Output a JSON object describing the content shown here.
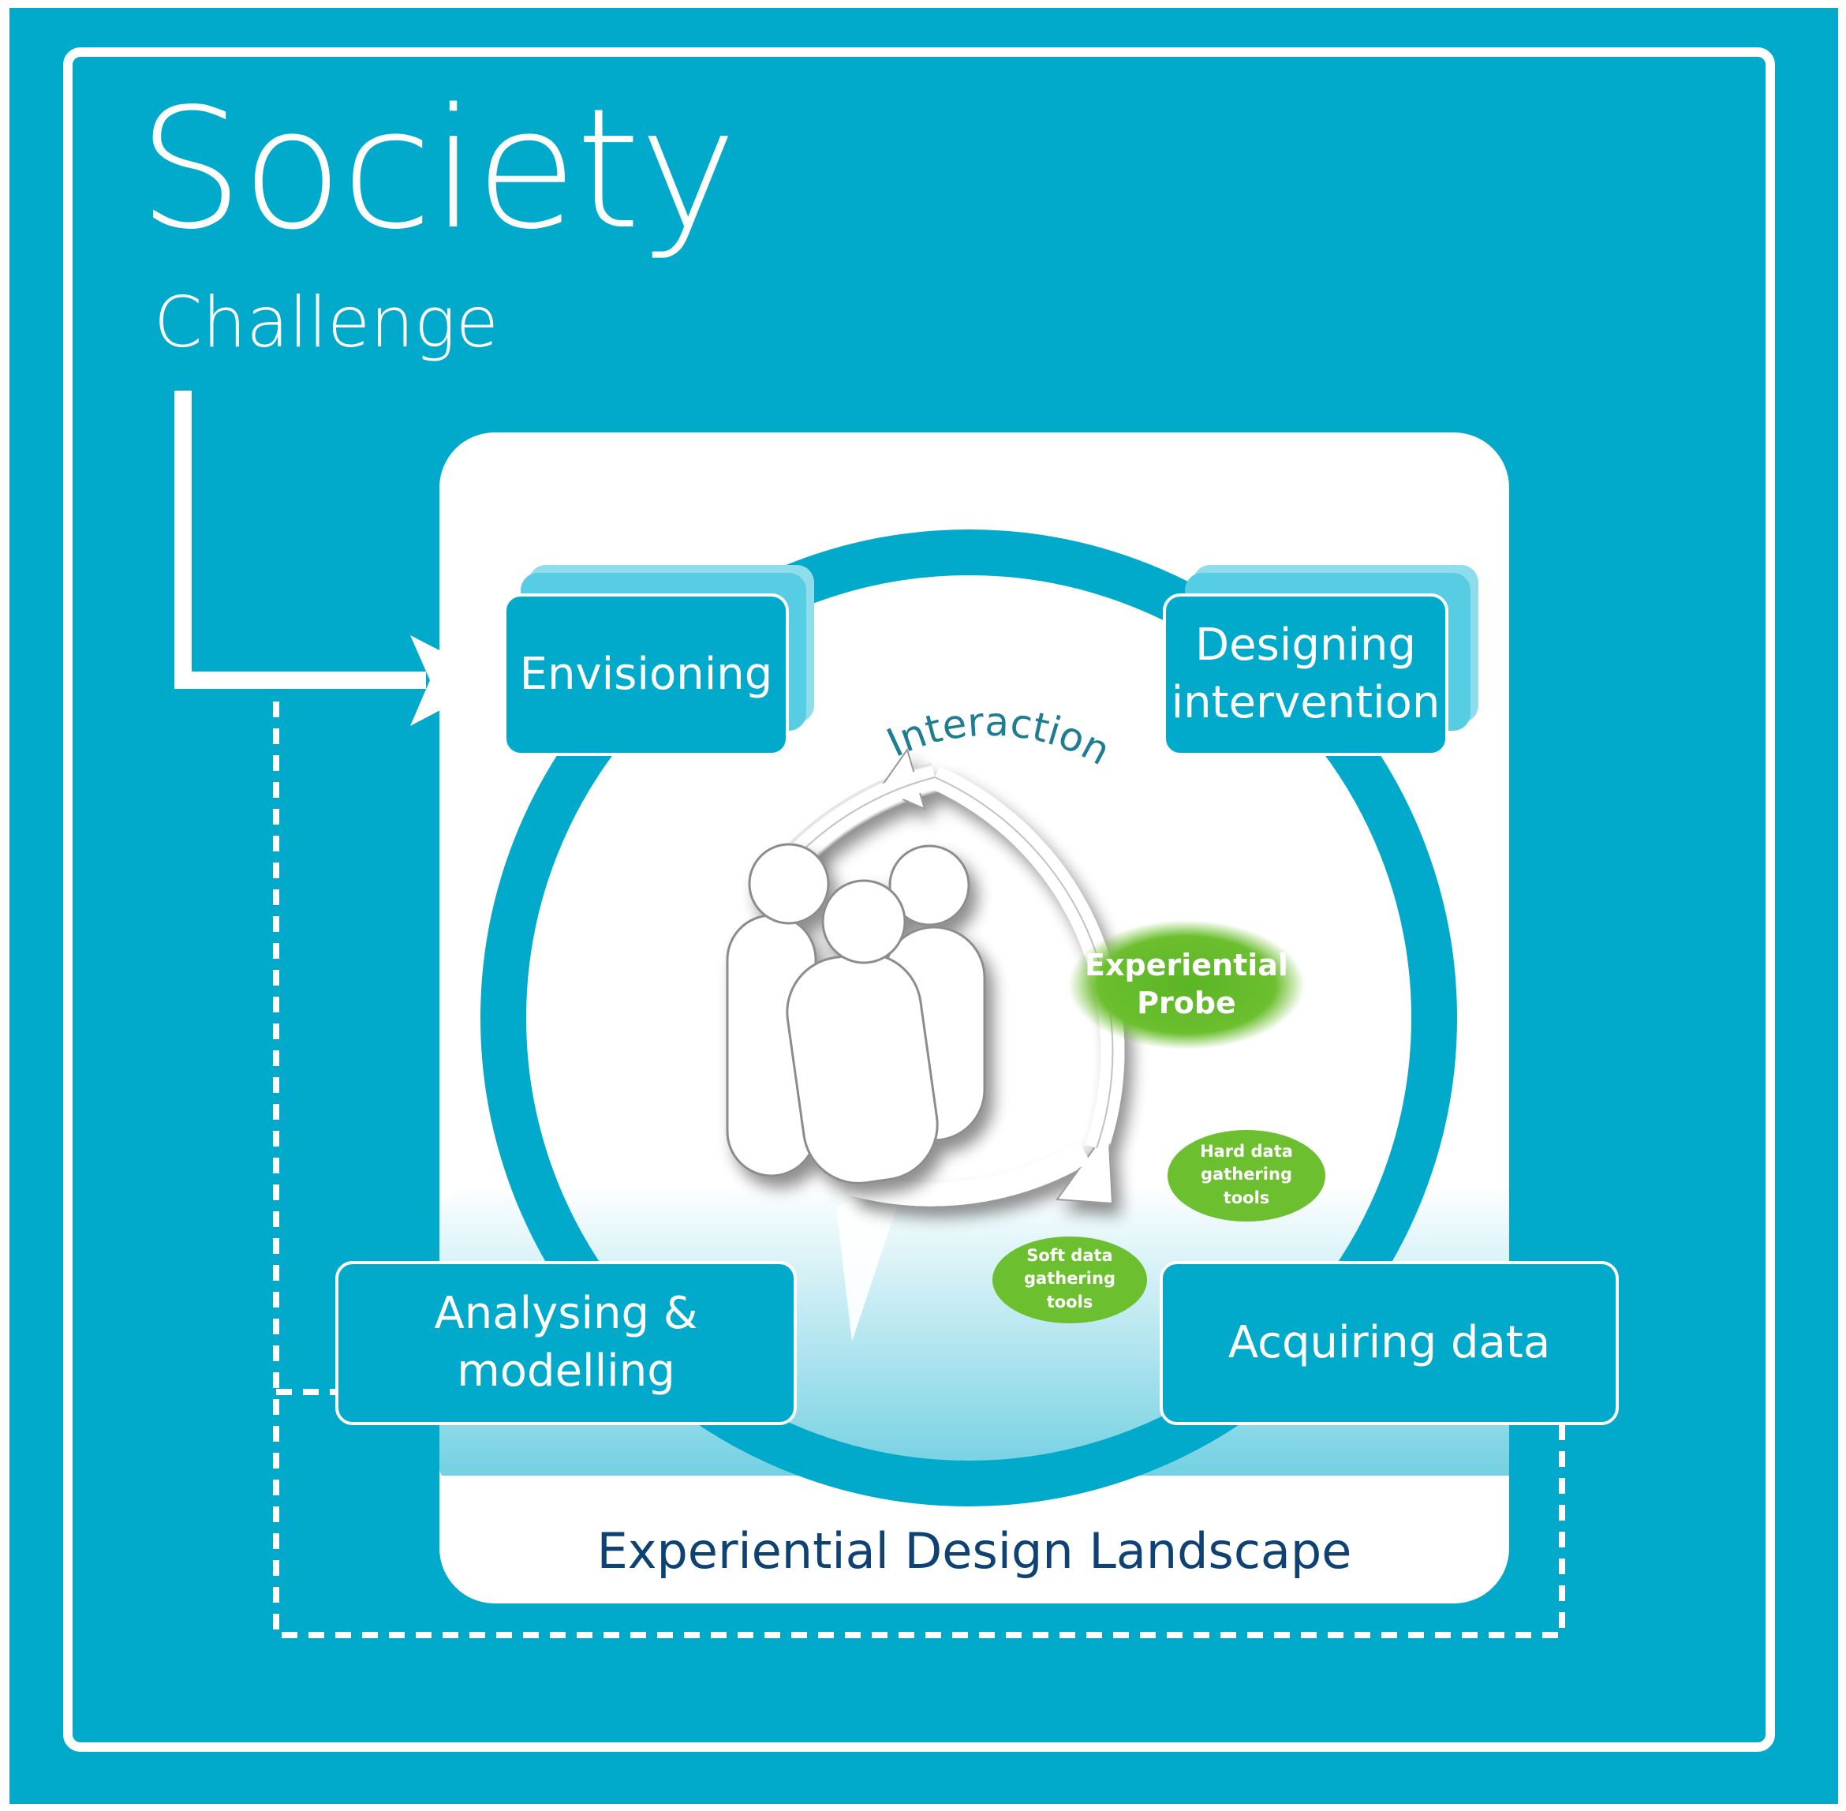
{
  "header": {
    "title": "Society",
    "subtitle": "Challenge"
  },
  "landscape": {
    "label": "Experiential Design Landscape"
  },
  "stages": {
    "envisioning": "Envisioning",
    "designing": [
      "Designing",
      "intervention"
    ],
    "analysing": [
      "Analysing &",
      "modelling"
    ],
    "acquiring": "Acquiring data"
  },
  "center": {
    "interaction_label": "Interaction",
    "probe": [
      "Experiential",
      "Probe"
    ],
    "hard_tools": [
      "Hard data",
      "gathering",
      "tools"
    ],
    "soft_tools": [
      "Soft data",
      "gathering",
      "tools"
    ]
  },
  "colors": {
    "background": "#01aacb",
    "panel": "#ffffff",
    "ring": "#01aacb",
    "probe_green": "#6cbf2f",
    "label_navy": "#0f4274",
    "interaction_teal": "#1f7d93"
  },
  "icons": {
    "people": "people-group-icon",
    "cycle_arrows": "cycle-arrows-icon",
    "entry_arrow": "arrow-right-icon"
  }
}
